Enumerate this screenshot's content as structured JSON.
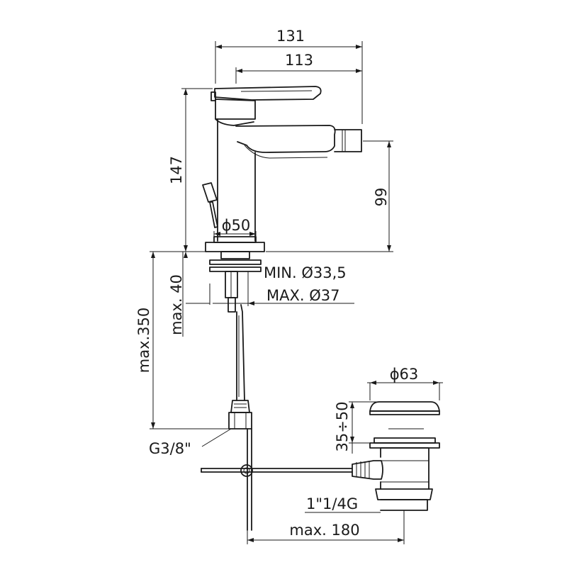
{
  "dimensions": {
    "width_131": "131",
    "width_113": "113",
    "height_147": "147",
    "height_99": "99",
    "diameter_50": "ϕ50",
    "min_hole": "MIN. Ø33,5",
    "max_hole": "MAX. Ø37",
    "max_40": "max. 40",
    "max_350": "max.350",
    "diameter_63": "ϕ63",
    "range_35_50": "35÷50",
    "thread_g38": "G3/8\"",
    "thread_1_1_4": "1\"1/4G",
    "max_180": "max. 180"
  }
}
